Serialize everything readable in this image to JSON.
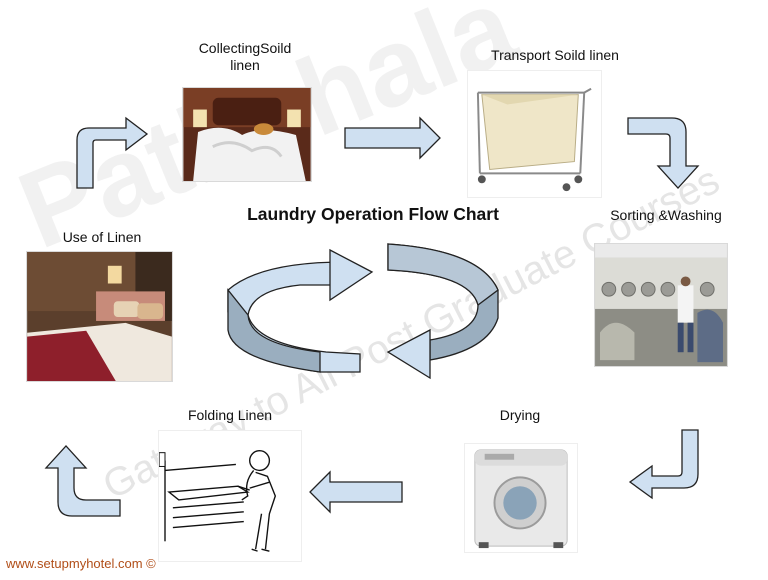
{
  "title": "Laundry Operation Flow Chart",
  "steps": [
    {
      "label": "CollectingSoild linen"
    },
    {
      "label": "Transport Soild linen"
    },
    {
      "label": "Sorting &Washing"
    },
    {
      "label": "Drying"
    },
    {
      "label": "Folding Linen"
    },
    {
      "label": "Use of Linen"
    }
  ],
  "watermark": {
    "brand": "Pathshala",
    "tagline": "Gateway to All Post Graduate Courses"
  },
  "footer": "www.setupmyhotel.com ©",
  "colors": {
    "arrow_fill": "#cfe0f1",
    "arrow_stroke": "#222222",
    "cycle_dark": "#9aaebf",
    "footer_text": "#b14e18"
  }
}
